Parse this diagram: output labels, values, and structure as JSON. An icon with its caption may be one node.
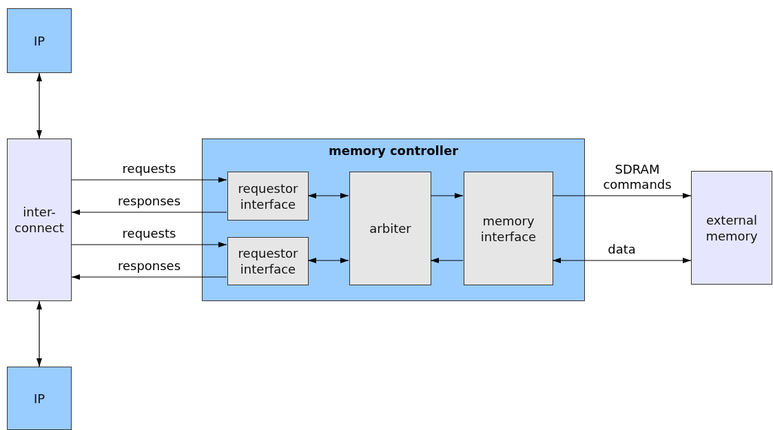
{
  "diagram": {
    "nodes": [
      {
        "text": [
          "IP"
        ]
      },
      {
        "text": [
          "inter- connect"
        ]
      },
      {
        "text": [
          "IP"
        ]
      },
      {
        "text": [
          "memory controller"
        ]
      },
      {
        "text": [
          "requestor interface"
        ],
        "in": 3
      },
      {
        "text": [
          "requestor interface"
        ],
        "in": 3
      },
      {
        "text": [
          "arbiter"
        ],
        "in": 3
      },
      {
        "text": [
          "memory interface"
        ],
        "in": 3
      },
      {
        "text": [
          "external memory"
        ]
      }
    ],
    "edges": [
      {
        "from": 0,
        "to": 1,
        "arrow": "both"
      },
      {
        "from": 1,
        "to": 2,
        "arrow": "both"
      },
      {
        "from": 1,
        "to": 4,
        "arrow": "to",
        "label": "requests"
      },
      {
        "from": 4,
        "to": 1,
        "arrow": "to",
        "label": "responses"
      },
      {
        "from": 1,
        "to": 5,
        "arrow": "to",
        "label": "requests"
      },
      {
        "from": 5,
        "to": 1,
        "arrow": "to",
        "label": "responses"
      },
      {
        "from": 4,
        "to": 6,
        "arrow": "both"
      },
      {
        "from": 5,
        "to": 6,
        "arrow": "both"
      },
      {
        "from": 6,
        "to": 7,
        "arrow": "to"
      },
      {
        "from": 7,
        "to": 6,
        "arrow": "to"
      },
      {
        "from": 7,
        "to": 8,
        "arrow": "to",
        "label": "SDRAM commands"
      },
      {
        "from": 7,
        "to": 8,
        "arrow": "both",
        "label": "data"
      }
    ]
  }
}
